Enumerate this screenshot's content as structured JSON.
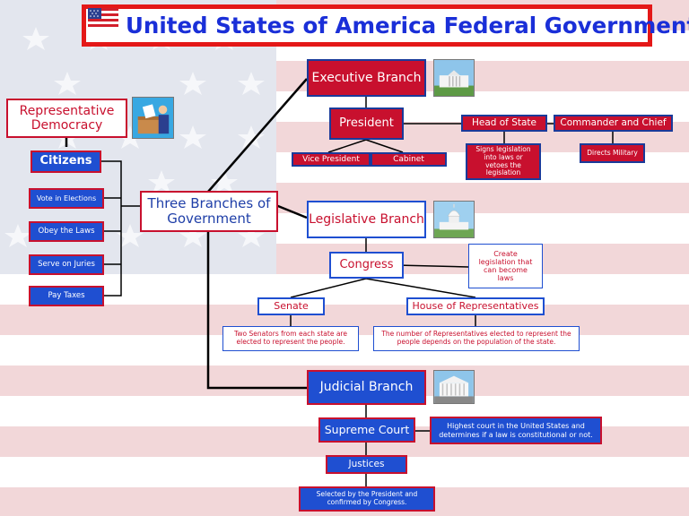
{
  "title": "United States of America Federal Government",
  "representative_democracy": "Representative Democracy",
  "citizens": "Citizens",
  "citizen_duties": [
    "Vote in Elections",
    "Obey the Laws",
    "Serve on Juries",
    "Pay Taxes"
  ],
  "three_branches": "Three Branches of Government",
  "executive": {
    "branch": "Executive Branch",
    "president": "President",
    "vice_president": "Vice President",
    "cabinet": "Cabinet",
    "head_of_state": "Head of State",
    "head_of_state_note": "Signs legislation into laws or vetoes the legislation",
    "commander": "Commander and Chief",
    "commander_note": "Directs Military"
  },
  "legislative": {
    "branch": "Legislative Branch",
    "congress": "Congress",
    "congress_note": "Create legislation that can become laws",
    "senate": "Senate",
    "senate_note": "Two Senators from each state are elected to represent the people.",
    "house": "House of Representatives",
    "house_note": "The number of Representatives elected to represent the people depends on the population of the state."
  },
  "judicial": {
    "branch": "Judicial Branch",
    "supreme_court": "Supreme Court",
    "supreme_court_note": "Highest court in the United States and determines if a law is constitutional or not.",
    "justices": "Justices",
    "justices_note": "Selected by the President and confirmed by Congress."
  },
  "colors": {
    "red": "#c8102e",
    "blue": "#1f4fd1",
    "flag_stripe": "#f1d6d8",
    "flag_canton": "#e3e6ee"
  }
}
